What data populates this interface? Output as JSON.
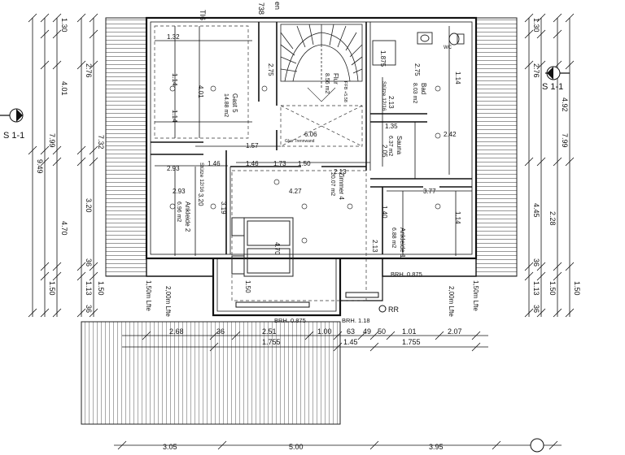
{
  "header": {
    "left_cut": "TI6",
    "right_cut": "738",
    "right_cut2": "en"
  },
  "section_markers": {
    "left": "S 1-1",
    "right": "S 1-1"
  },
  "rooms": [
    {
      "key": "gast",
      "name": "Gast 5",
      "area": "14.88 m2"
    },
    {
      "key": "flur",
      "name": "Flur",
      "area": "8.56 m2"
    },
    {
      "key": "bad",
      "name": "Bad",
      "area": "8.03 m2"
    },
    {
      "key": "sauna",
      "name": "Sauna",
      "area": "6.37 m2"
    },
    {
      "key": "zimmer",
      "name": "Zimmer 4",
      "area": "20.07 m2"
    },
    {
      "key": "ankl2",
      "name": "Ankleide 2",
      "area": "6.96 m2"
    },
    {
      "key": "ankl1",
      "name": "Ankleide 1",
      "area": "6.88 m2"
    }
  ],
  "labels": {
    "stuetze1": "Stütze 12/16",
    "stuetze2": "Stütze 12/16",
    "lfte": "1,50m Lfte",
    "lfte2": "2,00m Lfte",
    "lfte3": "2,00m Lfte",
    "lfte4": "1,50m Lfte",
    "brh1": "BRH. 0.875",
    "brh2": "BRH. 0.875",
    "brh3": "BRH. 1.18",
    "rr": "RR",
    "ffb": "FFB +5.58",
    "wc": "WC",
    "glass": "Glas Trennwand"
  },
  "dims_inner": [
    "1.32",
    "1.14",
    "4.01",
    "1.14",
    "2.75",
    "2.75",
    "1.875",
    "2.13",
    "1.35",
    "4.27",
    "1.50",
    "1.46",
    "1.73",
    "2.13",
    "3.77",
    "1.40",
    "2.05",
    "1.14",
    "1.14",
    "3.20",
    "2.93",
    "2.93",
    "6.06",
    "4.70",
    "1.50",
    "2.13",
    "1.57",
    "2.42",
    "3.19",
    "1.46"
  ],
  "dims_left": [
    "1.30",
    "2.76",
    "4.01",
    "7.32",
    "7.99",
    "9.49",
    "3.20",
    "4.70",
    "1.50",
    "1.13",
    "1.50",
    "36",
    "36"
  ],
  "dims_right": [
    "1.30",
    "2.76",
    "4.92",
    "7.99",
    "4.45",
    "2.28",
    "1.50",
    "1.13",
    "1.50",
    "36",
    "36"
  ],
  "dims_bottom_row1": [
    "2.68",
    "36",
    "2.51",
    "1.00",
    "63",
    "49",
    "50",
    "1.01",
    "2.07"
  ],
  "dims_bottom_row2": [
    "1.755",
    "1.45",
    "1.755"
  ],
  "dims_bottom_row3": [
    "3.05",
    "5.00",
    "3.95"
  ]
}
